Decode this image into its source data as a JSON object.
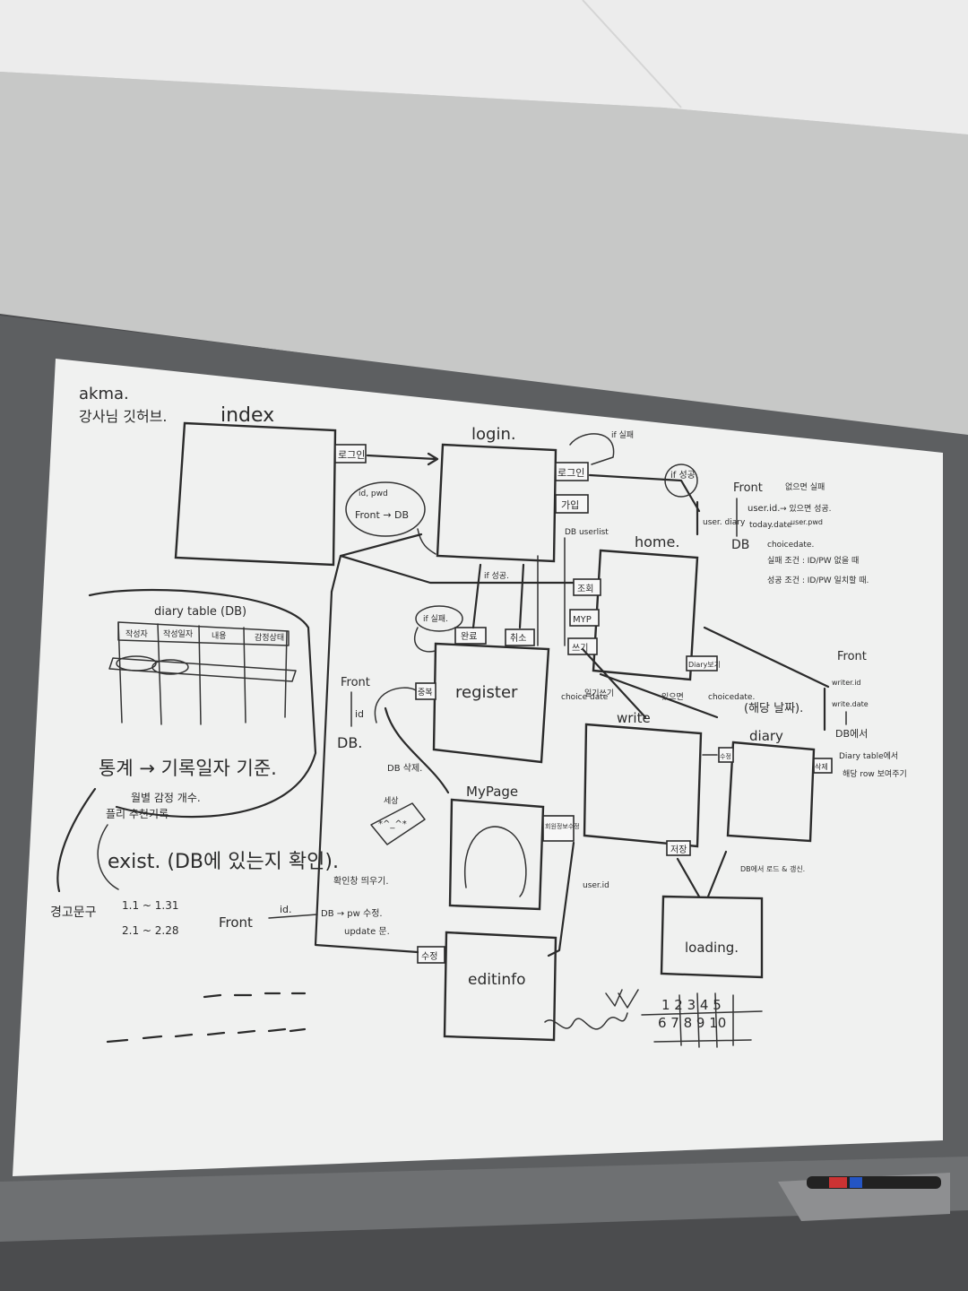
{
  "colors": {
    "ceiling": "#ebebeb",
    "wall": "#c9c9c9",
    "board_frame": "#5f6163",
    "board_surface": "#f1f2f1",
    "ink": "#2b2b2b",
    "tray": "#8e8f91",
    "floor_panel": "#4a4b4d"
  },
  "header": {
    "line1": "akma.",
    "line2": "강사님 깃허브."
  },
  "screens": {
    "index": {
      "title": "index",
      "login_tab": "로그인"
    },
    "login": {
      "title": "login.",
      "login_tab": "로그인",
      "join_tab": "가입",
      "if_fail": "if 실패",
      "if_success": "if 성공."
    },
    "home": {
      "title": "home.",
      "tab_view": "조회",
      "tab_myp": "MYP",
      "tab_write": "쓰기",
      "tab_diary": "Diary보기"
    },
    "register": {
      "title": "register",
      "btn_done": "완료",
      "btn_cancel": "취소",
      "btn_check": "중복",
      "note_fail": "if 실패."
    },
    "write": {
      "title": "write",
      "save_tab": "저장"
    },
    "diary": {
      "title": "diary",
      "tab_left": "수정",
      "tab_right": "삭제"
    },
    "mypage": {
      "title": "MyPage",
      "tab": "회원정보수정"
    },
    "editinfo": {
      "title": "editinfo",
      "tab": "수정"
    },
    "loading": {
      "title": "loading."
    }
  },
  "notes": {
    "idpwd": "id, pwd",
    "front_db": "Front → DB",
    "db_userlist": "DB userlist",
    "if_success_small": "if 성공.",
    "user_diary": "user. diary",
    "front_right": "Front",
    "db_right": "DB",
    "userid_line": "user.id.",
    "no_fail": "없으면 실패",
    "yes_success": "→ 있으면 성공.",
    "today_date": "today.date",
    "user_pwd": "user.pwd",
    "choicedate1": "choicedate.",
    "fail_cond": "실패 조건 : ID/PW 없을 때",
    "success_cond": "성공 조건 : ID/PW 일치할 때.",
    "front_r2": "Front",
    "writer_id": "writer.id",
    "write_date": "write.date",
    "db_from": "DB에서",
    "diary_table_cond": "Diary table에서",
    "row_show": "해당 row 보여주기",
    "choicedate2": "choicedate.",
    "choice_date_lbl": "choice date",
    "write_mode": "일기쓰기",
    "has_it": "있으면",
    "date_next": "(해당 날짜).",
    "db_loading": "DB에서 로드 & 갱신.",
    "front_mid": "Front",
    "id_mid": "id",
    "db_mid": "DB.",
    "db_delete": "DB 삭제.",
    "withdraw": "세상",
    "emoji": "*^_^*",
    "user_id_lbl": "user.id",
    "confirm_btn": "확인창 띄우기.",
    "id_lbl": "id.",
    "front_bottom": "Front",
    "db_pw": "DB → pw 수정.",
    "update": "update 문.",
    "warning": "경고문구",
    "date1": "1.1 ~ 1.31",
    "date2": "2.1 ~ 2.28",
    "stats": "통계 → 기록일자 기준.",
    "monthly": "월별 감정 개수.",
    "recommend": "플리 추천기록",
    "exist": "exist. (DB에 있는지 확인).",
    "calendar_row1": "1 2 3 4 5",
    "calendar_row2": "6 7 8 9 10"
  },
  "diary_table": {
    "title": "diary table (DB)",
    "columns": [
      "작성자",
      "작성일자",
      "내용",
      "감정상태"
    ]
  }
}
